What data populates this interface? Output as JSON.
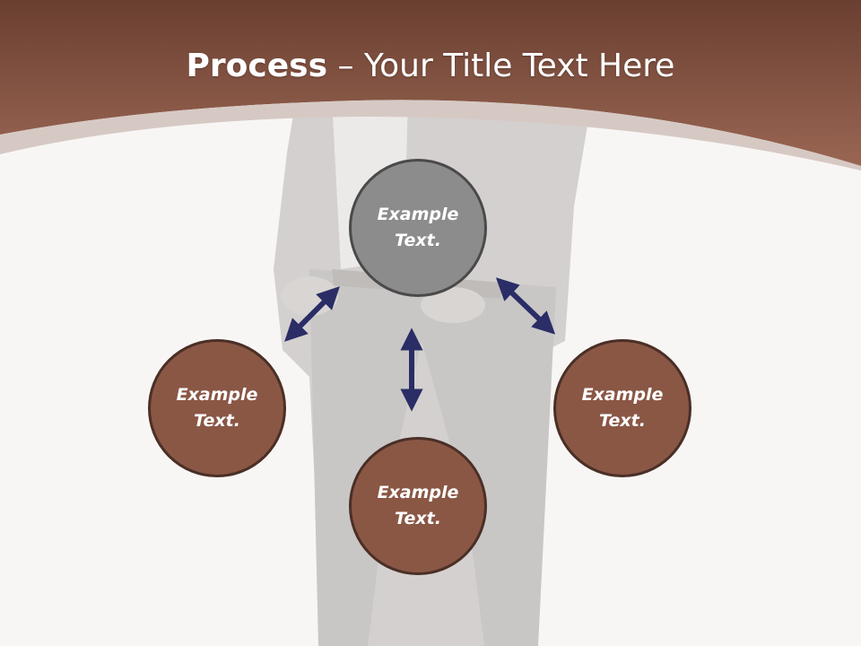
{
  "title": {
    "bold": "Process",
    "rest": " – Your Title Text Here"
  },
  "nodes": {
    "top": "Example Text.",
    "left": "Example Text.",
    "bottom": "Example Text.",
    "right": "Example Text."
  },
  "colors": {
    "header": "#7a4a3a",
    "node_fill": "#8a5745",
    "center_fill": "#8c8c8c",
    "arrow": "#2b2d66"
  }
}
